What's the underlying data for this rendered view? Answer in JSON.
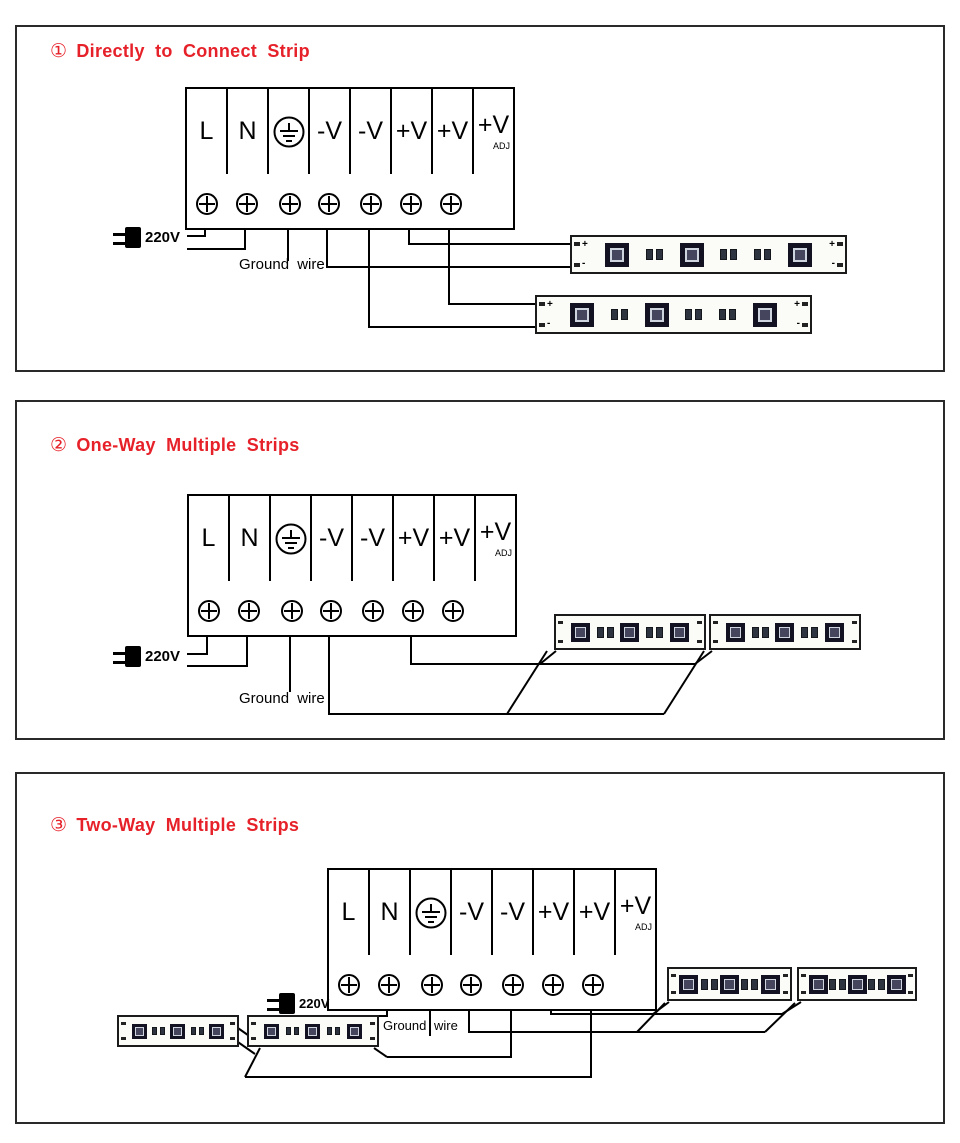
{
  "colors": {
    "title_red": "#e62129",
    "wire": "#000000",
    "chip_body": "#121222"
  },
  "psu": {
    "cells": [
      "L",
      "N",
      "",
      "-V",
      "-V",
      "+V",
      "+V",
      "+V"
    ],
    "adj_label": "ADJ",
    "earth_icon": "earth-ground-icon",
    "screw_terminal_count": 7
  },
  "strip_marks": {
    "plus": "+",
    "minus": "-"
  },
  "panels": [
    {
      "number": "①",
      "title": "Directly to Connect Strip",
      "mains_label": "220V",
      "ground_label": "Ground wire",
      "strip_count": 2
    },
    {
      "number": "②",
      "title": "One-Way Multiple Strips",
      "mains_label": "220V",
      "ground_label": "Ground wire",
      "strip_count": 2
    },
    {
      "number": "③",
      "title": "Two-Way Multiple Strips",
      "mains_label": "220V",
      "ground_label": "Ground wire",
      "strip_count": 4
    }
  ]
}
